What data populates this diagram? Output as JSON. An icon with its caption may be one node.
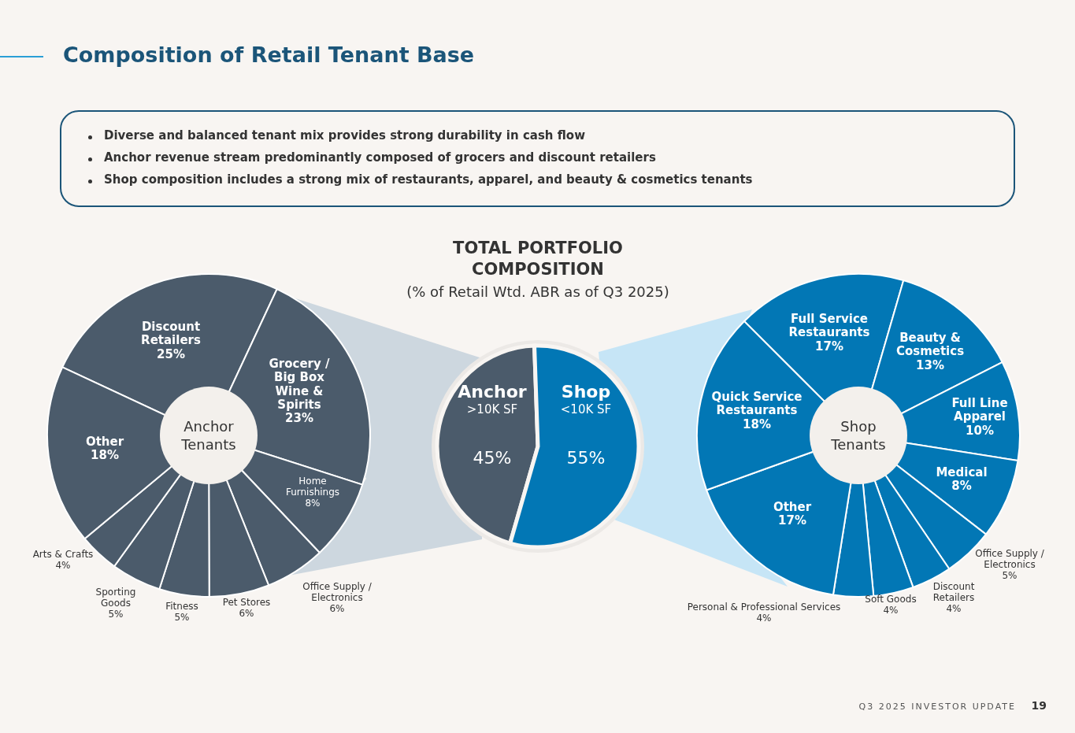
{
  "diagram": {
    "title": "Composition of Retail Tenant Base",
    "nodes": [
      {
        "text": [
          "Anchor Tenants"
        ]
      },
      {
        "text": [
          "Discount Retailers",
          "25%"
        ]
      },
      {
        "text": [
          "Grocery / Big Box Wine & Spirits",
          "23%"
        ]
      },
      {
        "text": [
          "Home Furnishings",
          "8%"
        ]
      },
      {
        "text": [
          "Office Supply / Electronics",
          "6%"
        ]
      },
      {
        "text": [
          "Pet Stores",
          "6%"
        ]
      },
      {
        "text": [
          "Fitness",
          "5%"
        ]
      },
      {
        "text": [
          "Sporting Goods",
          "5%"
        ]
      },
      {
        "text": [
          "Arts & Crafts",
          "4%"
        ]
      },
      {
        "text": [
          "Other",
          "18%"
        ]
      },
      {
        "text": [
          "Anchor",
          ">10K SF",
          "45%"
        ]
      },
      {
        "text": [
          "Shop",
          "<10K SF",
          "55%"
        ]
      },
      {
        "text": [
          "Shop Tenants"
        ]
      },
      {
        "text": [
          "Full Service Restaurants",
          "17%"
        ]
      },
      {
        "text": [
          "Beauty & Cosmetics",
          "13%"
        ]
      },
      {
        "text": [
          "Full Line Apparel",
          "10%"
        ]
      },
      {
        "text": [
          "Medical",
          "8%"
        ]
      },
      {
        "text": [
          "Office Supply / Electronics",
          "5%"
        ]
      },
      {
        "text": [
          "Discount Retailers",
          "4%"
        ]
      },
      {
        "text": [
          "Soft Goods",
          "4%"
        ]
      },
      {
        "text": [
          "Personal & Professional Services",
          "4%"
        ]
      },
      {
        "text": [
          "Other",
          "17%"
        ]
      },
      {
        "text": [
          "Quick Service Restaurants",
          "18%"
        ]
      }
    ],
    "labels": [
      "Diverse and balanced tenant mix provides strong durability in cash flow",
      "Anchor revenue stream predominantly composed of grocers and discount retailers",
      "Shop composition includes a strong mix of restaurants, apparel, and beauty & cosmetics tenants",
      "TOTAL PORTFOLIO COMPOSITION",
      "(% of Retail Wtd. ABR as of Q3 2025)",
      "Q3 2025 INVESTOR UPDATE",
      "19"
    ]
  }
}
